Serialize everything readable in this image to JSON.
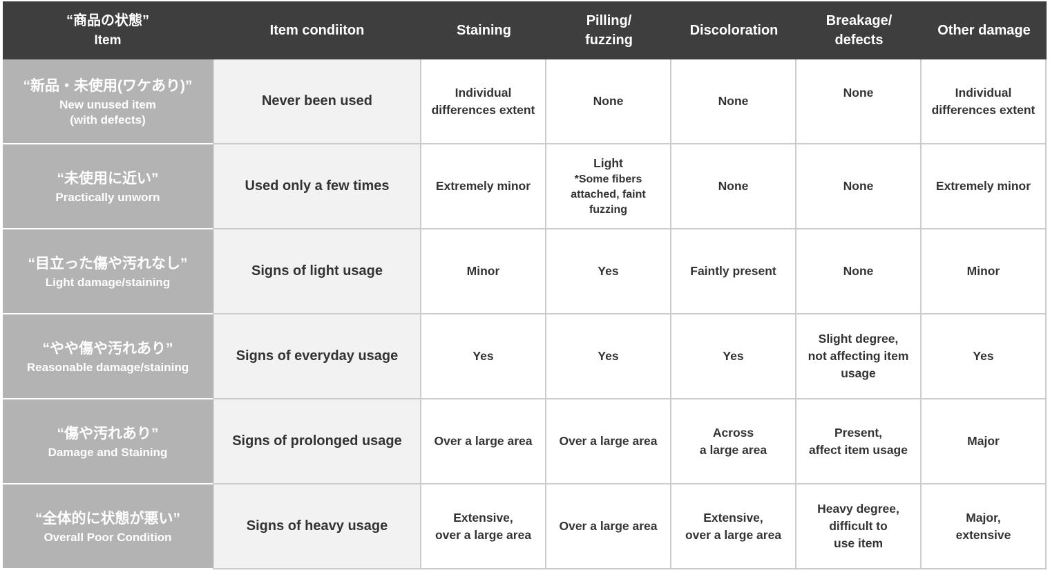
{
  "header": {
    "item_jp": "“商品の状態”",
    "item_en": "Item",
    "columns": [
      "Item condiiton",
      "Staining",
      "Pilling/\nfuzzing",
      "Discoloration",
      "Breakage/\ndefects",
      "Other damage"
    ]
  },
  "rows": [
    {
      "jp": "“新品・未使用(ワケあり)”",
      "en": "New unused item\n(with defects)",
      "condition": "Never been used",
      "staining": "Individual\ndifferences extent",
      "pilling": "None",
      "pilling_note": "",
      "discoloration": "None",
      "breakage": "None",
      "other": "Individual\ndifferences extent"
    },
    {
      "jp": "“未使用に近い”",
      "en": "Practically unworn",
      "condition": "Used only a few times",
      "staining": "Extremely minor",
      "pilling": "Light",
      "pilling_note": "*Some fibers\nattached, faint\nfuzzing",
      "discoloration": "None",
      "breakage": "None",
      "other": "Extremely minor"
    },
    {
      "jp": "“目立った傷や汚れなし”",
      "en": "Light damage/staining",
      "condition": "Signs of light usage",
      "staining": "Minor",
      "pilling": "Yes",
      "pilling_note": "",
      "discoloration": "Faintly present",
      "breakage": "None",
      "other": "Minor"
    },
    {
      "jp": "“やや傷や汚れあり”",
      "en": "Reasonable damage/staining",
      "condition": "Signs of everyday usage",
      "staining": "Yes",
      "pilling": "Yes",
      "pilling_note": "",
      "discoloration": "Yes",
      "breakage": "Slight degree,\nnot affecting item\nusage",
      "other": "Yes"
    },
    {
      "jp": "“傷や汚れあり”",
      "en": "Damage and Staining",
      "condition": "Signs of prolonged usage",
      "staining": "Over a large area",
      "pilling": "Over a large area",
      "pilling_note": "",
      "discoloration": "Across\na large area",
      "breakage": "Present,\naffect item usage",
      "other": "Major"
    },
    {
      "jp": "“全体的に状態が悪い”",
      "en": "Overall Poor Condition",
      "condition": "Signs of heavy usage",
      "staining": "Extensive,\nover a large area",
      "pilling": "Over a large area",
      "pilling_note": "",
      "discoloration": "Extensive,\nover a large area",
      "breakage": "Heavy degree,\ndifficult to\nuse item",
      "other": "Major,\nextensive"
    }
  ],
  "colors": {
    "header_bg": "#3e3e3e",
    "item_bg": "#b3b3b3",
    "condition_bg": "#f2f2f2",
    "text": "#333333",
    "grid_line": "#cccccc"
  }
}
